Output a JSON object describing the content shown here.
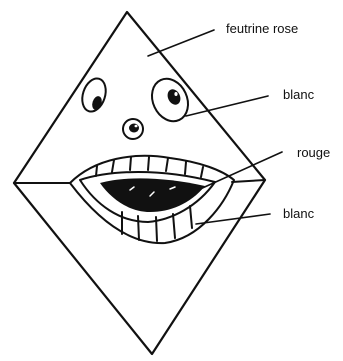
{
  "labels": {
    "feutrine_rose": "feutrine rose",
    "blanc_eye": "blanc",
    "rouge": "rouge",
    "blanc_teeth": "blanc"
  },
  "colors": {
    "ink": "#111111",
    "background": "#ffffff"
  }
}
